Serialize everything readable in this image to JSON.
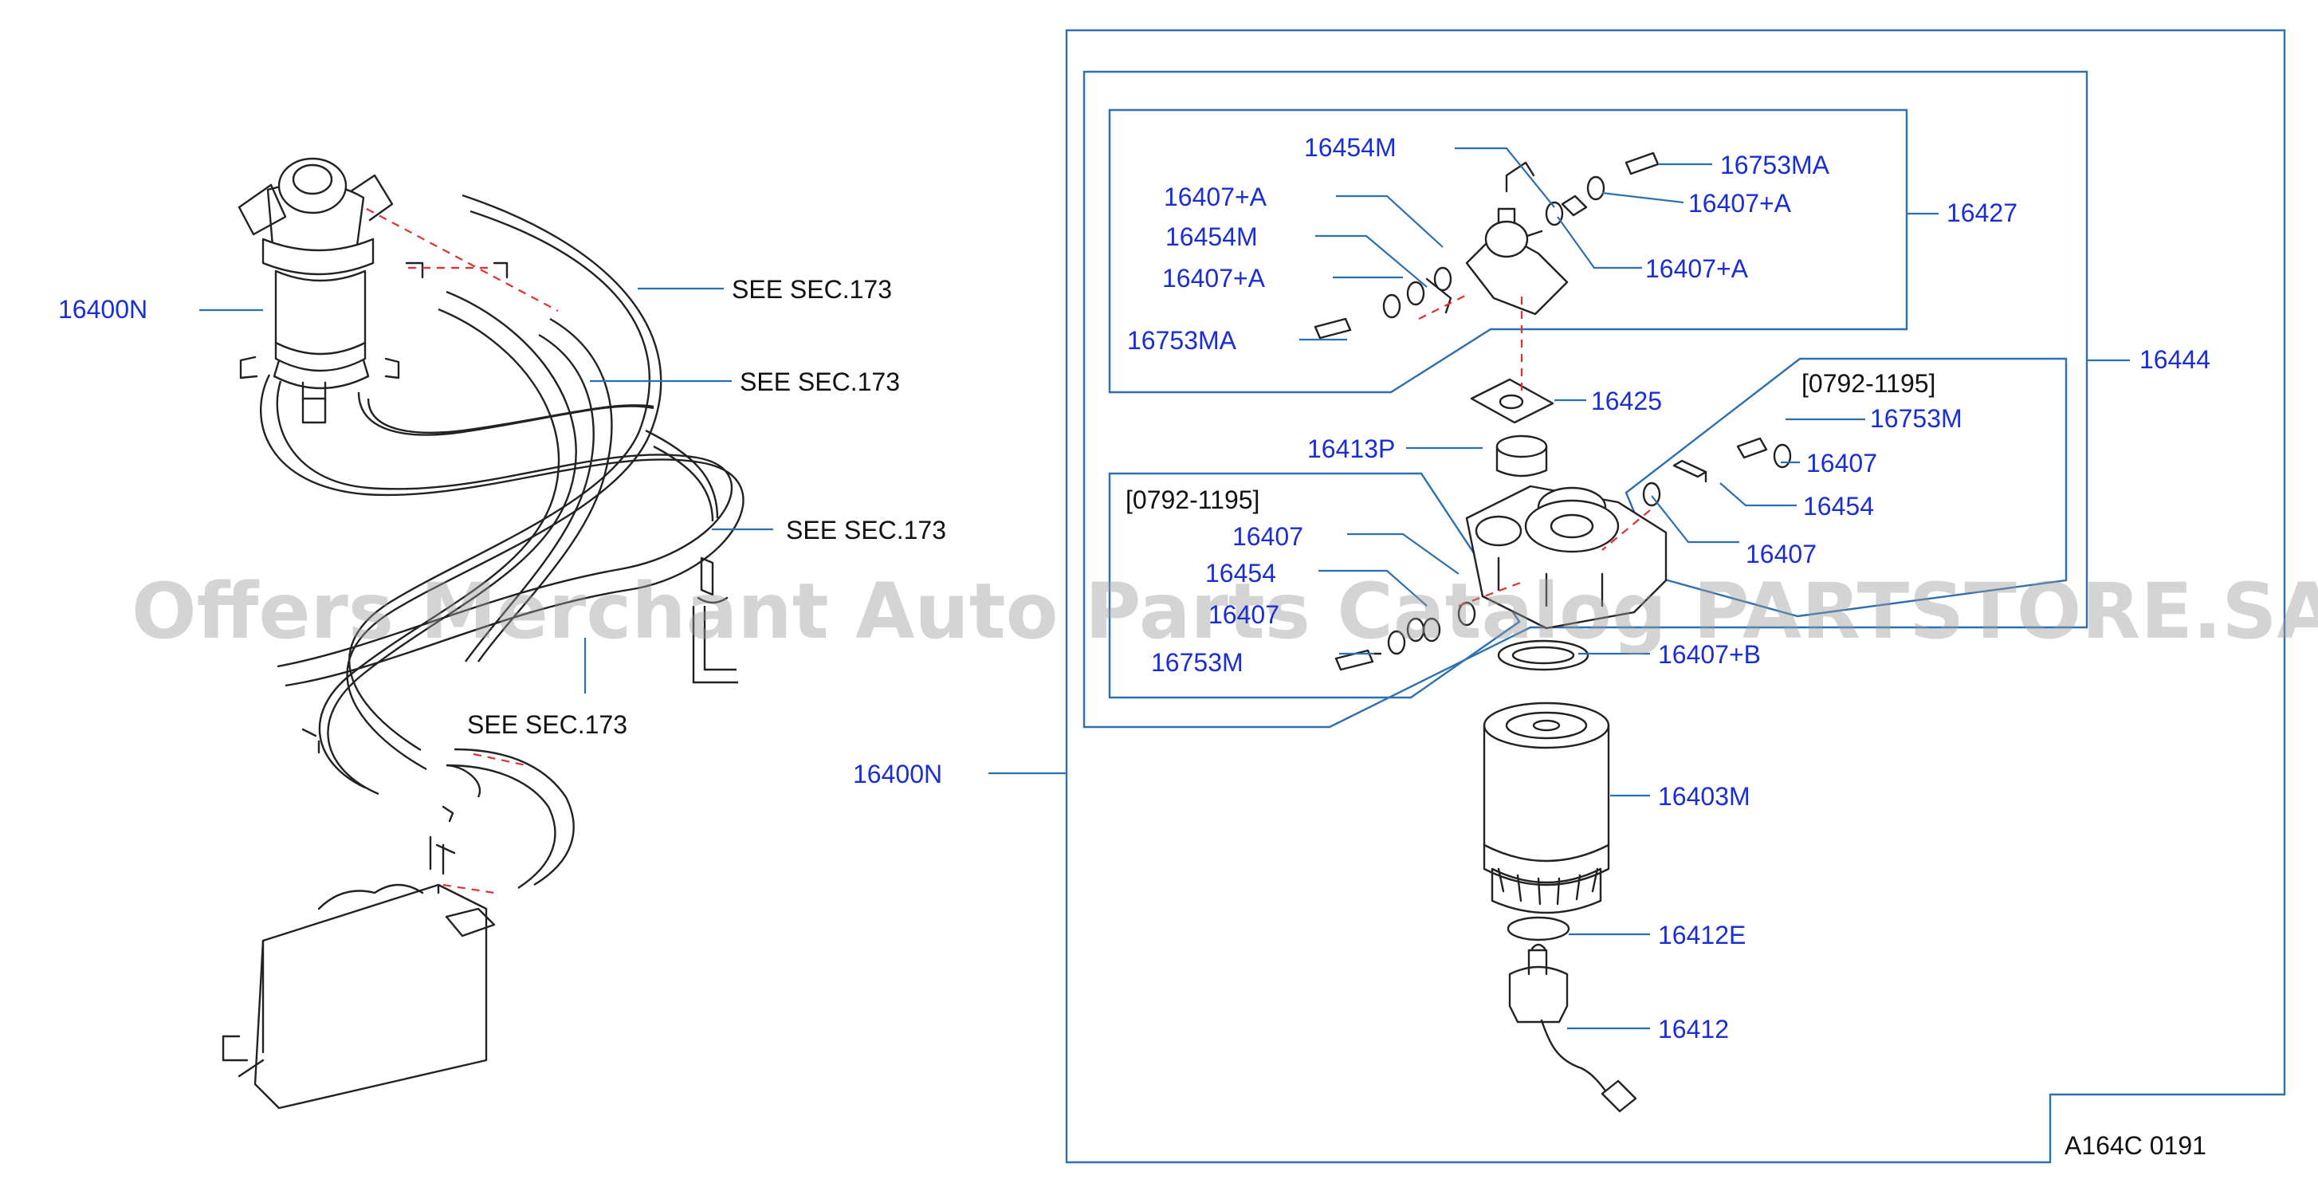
{
  "diagram": {
    "watermark": "Offers Merchant Auto Parts Catalog PARTSTORE.SA",
    "figure_code": "A164C  0191",
    "colors": {
      "part_number": "#1b2fd1",
      "leader_line": "#2e6fb0",
      "assembly_dash": "#e03030",
      "watermark": "#9a9a9a"
    },
    "left_assembly": {
      "part_16400N": "16400N",
      "see_sec_1": "SEE   SEC.173",
      "see_sec_2": "SEE   SEC.173",
      "see_sec_3": "SEE   SEC.173",
      "see_sec_4": "SEE   SEC.173"
    },
    "right_assembly": {
      "part_16400N": "16400N",
      "part_16444": "16444",
      "part_16427": "16427",
      "part_16454M": "16454M",
      "part_16753MA_top": "16753MA",
      "part_16407A_1": "16407+A",
      "part_16407A_2": "16407+A",
      "part_16407A_3": "16407+A",
      "part_16454M_2": "16454M",
      "part_16407A_4": "16407+A",
      "part_16753MA_left": "16753MA",
      "part_16425": "16425",
      "part_16413P": "16413P",
      "date_range_right": "[0792-1195]",
      "part_16753M_right": "16753M",
      "part_16407_r1": "16407",
      "part_16454_r": "16454",
      "part_16407_r2": "16407",
      "date_range_left": "[0792-1195]",
      "part_16407_l1": "16407",
      "part_16454_l": "16454",
      "part_16407_l2": "16407",
      "part_16753M_left": "16753M",
      "part_16407B": "16407+B",
      "part_16403M": "16403M",
      "part_16412E": "16412E",
      "part_16412": "16412"
    }
  }
}
